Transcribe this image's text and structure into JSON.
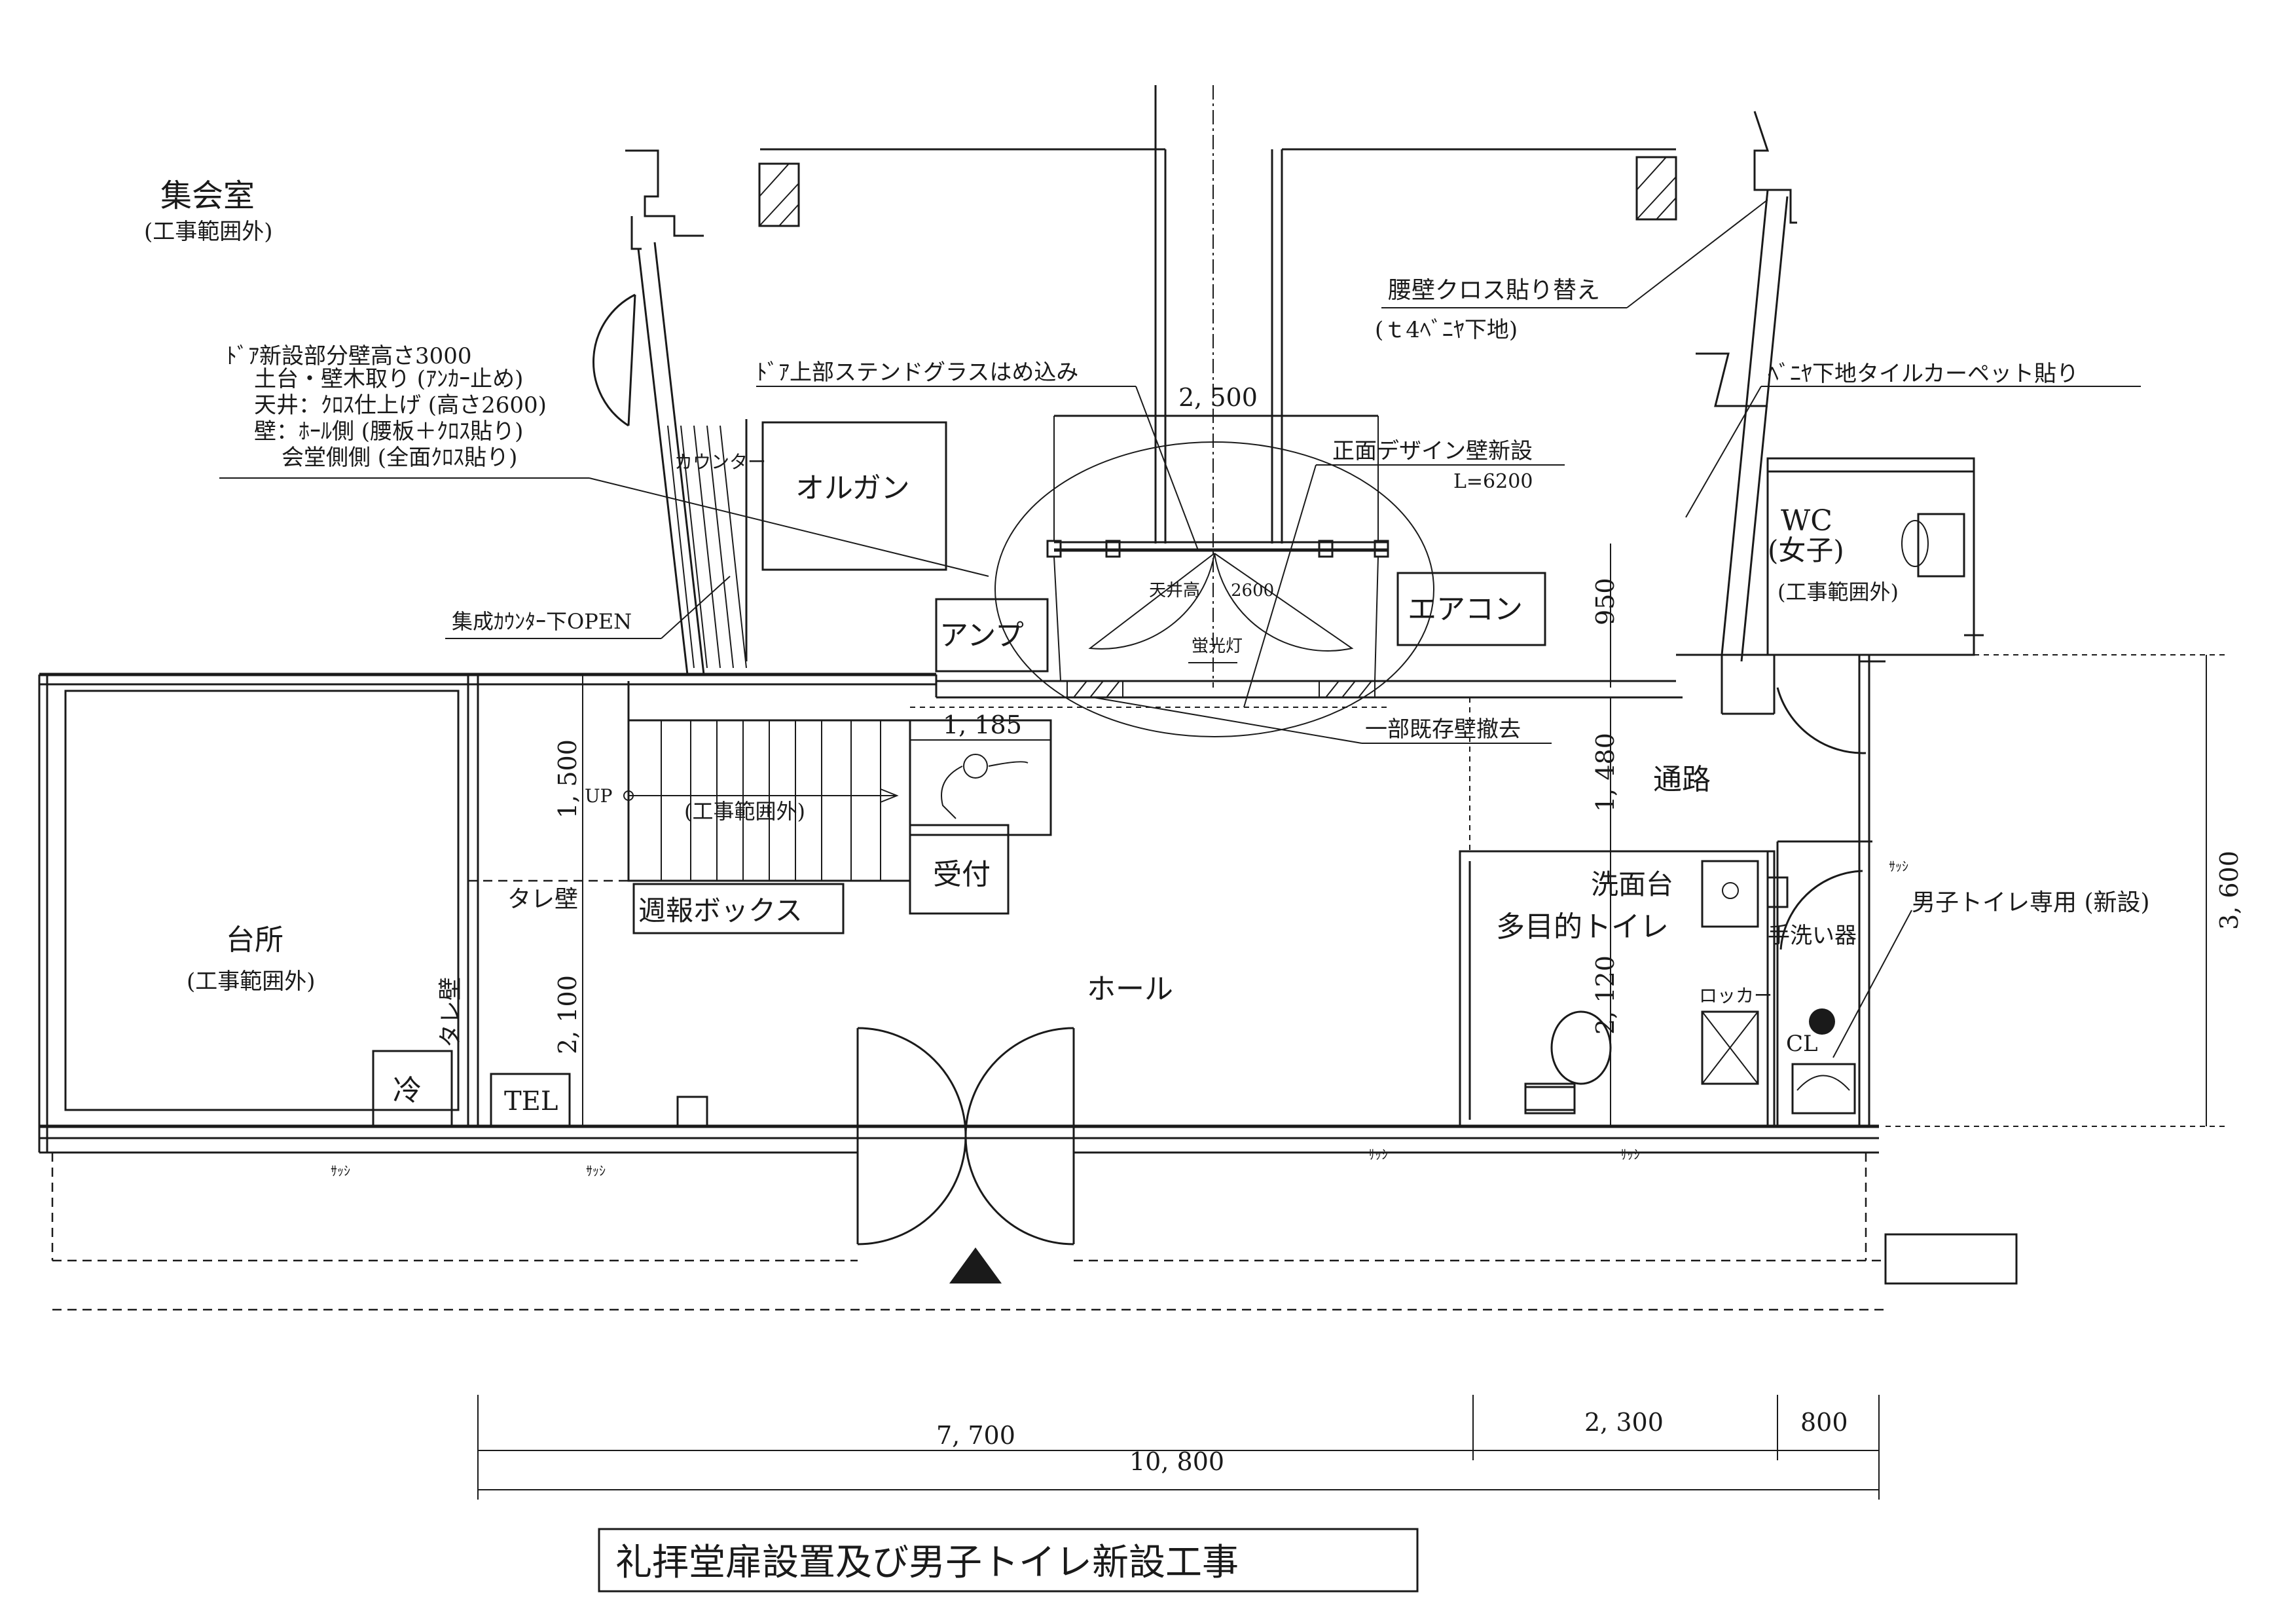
{
  "rooms": {
    "meeting_room": "集会室",
    "meeting_room_note": "(工事範囲外)",
    "kitchen": "台所",
    "kitchen_note": "(工事範囲外)",
    "hall": "ホール",
    "corridor": "通路",
    "wc_women": "WC",
    "wc_women_sub": "(女子)",
    "wc_women_note": "(工事範囲外)",
    "multipurpose_toilet": "多目的トイレ",
    "stairs_note": "(工事範囲外)"
  },
  "fixtures": {
    "organ": "オルガン",
    "amp": "アンプ",
    "aircon": "エアコン",
    "reception": "受付",
    "weekly_box": "週報ボックス",
    "fridge": "冷",
    "tel": "TEL",
    "counter": "カウンター",
    "washstand": "洗面台",
    "hand_wash": "手洗い器",
    "locker": "ロッカー",
    "cl": "CL",
    "ceiling_height": "天井高",
    "ceiling_height_value": "2600",
    "fluorescent": "蛍光灯",
    "up": "UP",
    "tare_wall_1": "タレ壁",
    "tare_wall_2": "タレ壁",
    "sash": "ｻｯｼ"
  },
  "annotations": {
    "door_wall_1": "ﾄﾞｱ新設部分壁高さ3000",
    "door_wall_2": "土台・壁木取り (ｱﾝｶｰ止め)",
    "door_wall_3": "天井：ｸﾛｽ仕上げ (高さ2600)",
    "door_wall_4": "壁：ﾎｰﾙ側 (腰板＋ｸﾛｽ貼り)",
    "door_wall_5": "会堂側側 (全面ｸﾛｽ貼り)",
    "stained_glass": "ﾄﾞｱ上部ステンドグラスはめ込み",
    "front_wall": "正面デザイン壁新設",
    "front_wall_len": "L=6200",
    "wainscot_1": "腰壁クロス貼り替え",
    "wainscot_2": "(ｔ4ﾍﾞﾆﾔ下地)",
    "tile_carpet": "ﾍﾞﾆﾔ下地タイルカーペット貼り",
    "counter_open": "集成ｶｳﾝﾀｰ下OPEN",
    "partial_removal": "一部既存壁撤去",
    "men_toilet": "男子トイレ専用 (新設)"
  },
  "dimensions": {
    "d2500": "2, 500",
    "d1185": "1, 185",
    "d950": "950",
    "d1480": "1, 480",
    "d1500": "1, 500",
    "d2100": "2, 100",
    "d2120": "2, 120",
    "d3600": "3, 600",
    "d7700": "7, 700",
    "d2300": "2, 300",
    "d800": "800",
    "d10800": "10, 800"
  },
  "title": "礼拝堂扉設置及び男子トイレ新設工事"
}
